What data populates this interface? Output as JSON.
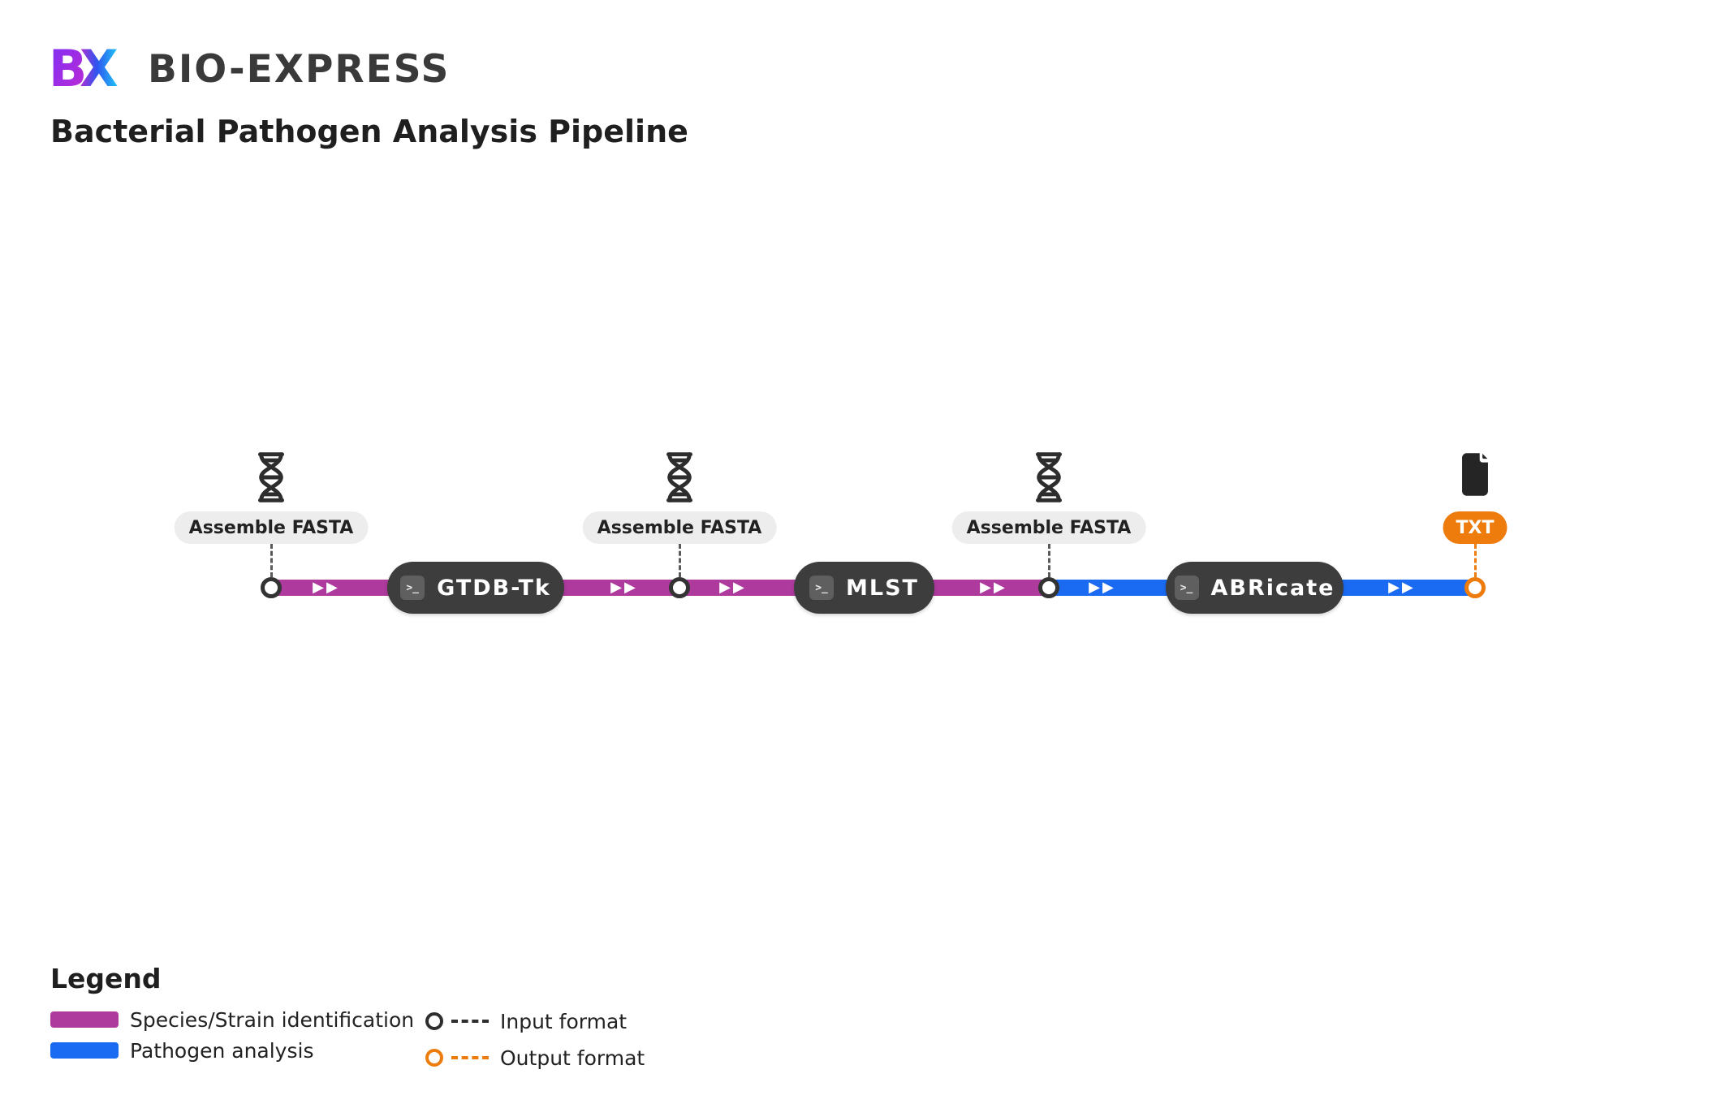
{
  "header": {
    "brand": "BIO-EXPRESS",
    "title": "Bacterial Pathogen Analysis Pipeline"
  },
  "pipeline": {
    "arrow_glyph": "▶▶",
    "terminal_glyph": ">_",
    "inputs": [
      {
        "label": "Assemble FASTA",
        "icon": "dna-icon"
      },
      {
        "label": "Assemble FASTA",
        "icon": "dna-icon"
      },
      {
        "label": "Assemble FASTA",
        "icon": "dna-icon"
      }
    ],
    "tools": [
      {
        "label": "GTDB-Tk",
        "icon": "terminal-icon"
      },
      {
        "label": "MLST",
        "icon": "terminal-icon"
      },
      {
        "label": "ABRicate",
        "icon": "terminal-icon"
      }
    ],
    "output": {
      "label": "TXT",
      "icon": "file-icon"
    }
  },
  "legend": {
    "title": "Legend",
    "items": [
      {
        "label": "Species/Strain identification",
        "swatch": "#ae3a9e"
      },
      {
        "label": "Pathogen analysis",
        "swatch": "#1a6af2"
      },
      {
        "label": "Input format"
      },
      {
        "label": "Output format"
      }
    ]
  },
  "colors": {
    "species_strain": "#ae3a9e",
    "pathogen": "#1a6af2",
    "output_accent": "#ee7c0c",
    "node_dark": "#3d3d3d"
  }
}
